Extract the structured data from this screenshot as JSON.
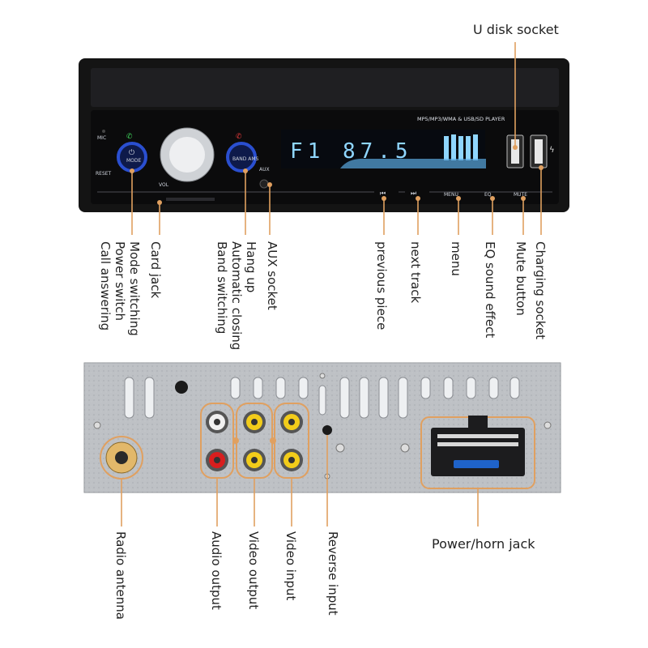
{
  "front_panel": {
    "header_text": "MP5/MP3/WMA & USB/SD PLAYER",
    "display_text": "F1 87.5",
    "mode_label": "MODE",
    "band_label": "BAND AMS",
    "mic_label": "MIC",
    "reset_label": "RESET",
    "vol_label": "VOL",
    "aux_label": "AUX",
    "menu_label": "MENU",
    "eq_label": "EQ",
    "mute_label": "MUTE"
  },
  "labels": {
    "u_disk_socket": "U disk socket",
    "call_answering": "Call answering",
    "power_switch": "Power switch",
    "mode_switching": "Mode switching",
    "card_jack": "Card jack",
    "hang_up": "Hang up",
    "automatic_closing": "Automatic closing",
    "band_switching": "Band switching",
    "aux_socket": "AUX socket",
    "previous_piece": "previous piece",
    "next_track": "next track",
    "menu": "menu",
    "eq_sound_effect": "EQ sound effect",
    "mute_button": "Mute button",
    "charging_socket": "Charging socket",
    "radio_antenna": "Radio antenna",
    "audio_output": "Audio output",
    "video_output": "Video output",
    "video_input": "Video input",
    "reverse_input": "Reverse input",
    "power_horn_jack": "Power/horn jack"
  },
  "colors": {
    "leader": "#e0a060",
    "body": "#141414",
    "button_blue": "#2a4fd0",
    "lcd": "#8fd6ff",
    "rca_red": "#d81e1e",
    "rca_white": "#f0f0f0",
    "rca_yellow": "#f2cc1a",
    "plate": "#b9bcc0"
  }
}
